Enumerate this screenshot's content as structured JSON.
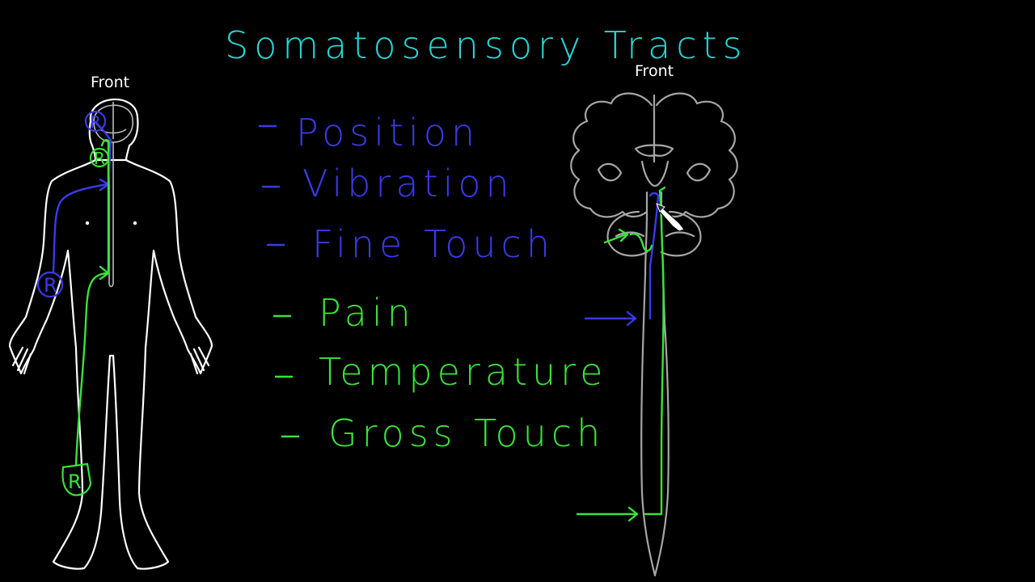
{
  "title": "Somatosensory Tracts",
  "body_label": "Front",
  "brain_label": "Front",
  "receptor_label": "R",
  "list_items": [
    {
      "text": "Position",
      "color": "#3a3ae8"
    },
    {
      "text": "Vibration",
      "color": "#3a3ae8"
    },
    {
      "text": "Fine Touch",
      "color": "#3a3ae8"
    },
    {
      "text": "Pain",
      "color": "#39e33a"
    },
    {
      "text": "Temperature",
      "color": "#39e33a"
    },
    {
      "text": "Gross Touch",
      "color": "#39e33a"
    }
  ],
  "colors": {
    "background": "#000000",
    "title": "#28d6d6",
    "outline": "#ffffff",
    "brain_outline": "#a6a6a6",
    "dorsal_pathway": "#3a3ae8",
    "spinothalamic_pathway": "#39e33a"
  }
}
